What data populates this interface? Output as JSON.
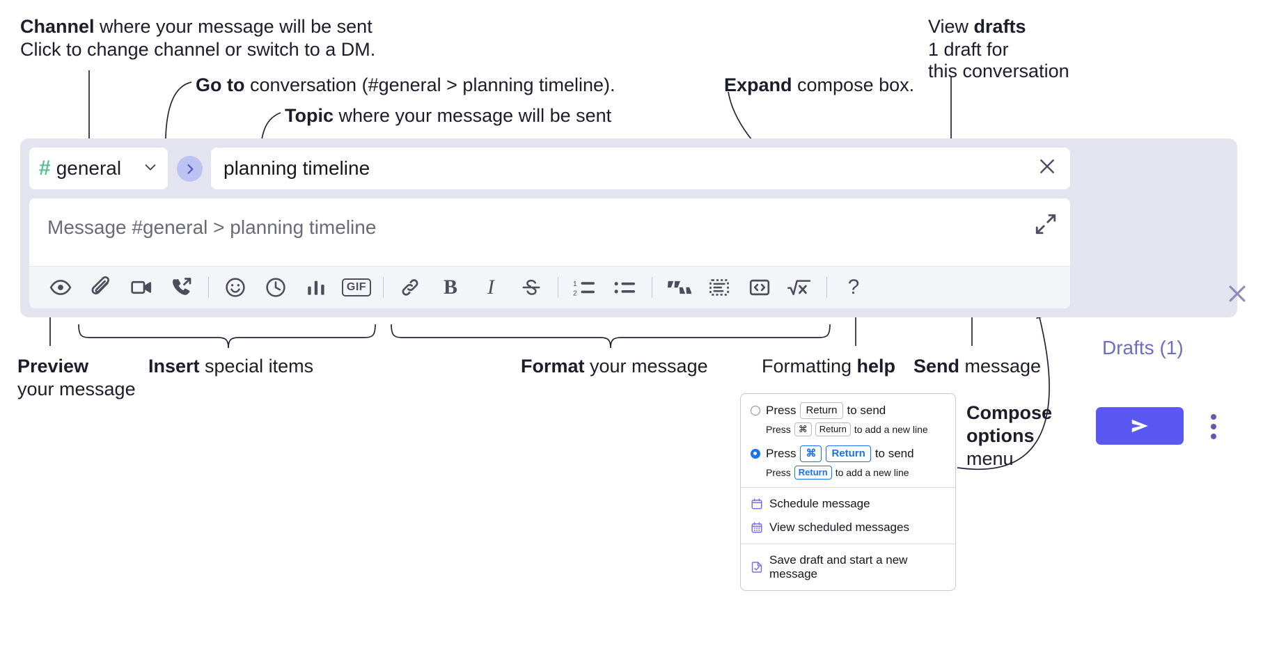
{
  "annotations": {
    "channel": {
      "bold": "Channel",
      "rest": " where your message will be sent",
      "sub": "Click to change channel or switch to a DM."
    },
    "goto": {
      "bold": "Go to",
      "rest": " conversation (#general > planning timeline)."
    },
    "topic": {
      "bold": "Topic",
      "rest": " where your message will be sent"
    },
    "expand": {
      "bold": "Expand",
      "rest": " compose box."
    },
    "drafts": {
      "pre": "View ",
      "bold": "drafts",
      "sub1": "1 draft for",
      "sub2": "this conversation"
    },
    "preview": {
      "bold": "Preview",
      "sub": "your message"
    },
    "insert": {
      "bold": "Insert",
      "rest": " special items"
    },
    "format": {
      "bold": "Format",
      "rest": " your message"
    },
    "formatting_help": {
      "pre": "Formatting ",
      "bold": "help"
    },
    "send": {
      "bold": "Send",
      "rest": " message"
    },
    "compose_options": {
      "bold1": "Compose",
      "bold2": "options",
      "rest": "menu"
    }
  },
  "compose": {
    "channel": {
      "hash": "#",
      "name": "general",
      "caret": "chevron-down-icon"
    },
    "goto_glyph": "›",
    "topic": {
      "value": "planning timeline",
      "clear_glyph": "✕"
    },
    "message": {
      "placeholder": "Message #general > planning timeline"
    },
    "toolbar": [
      {
        "name": "preview-icon",
        "label": "Preview"
      },
      {
        "name": "attachment-icon",
        "label": "Attach file"
      },
      {
        "name": "video-clip-icon",
        "label": "Record video clip"
      },
      {
        "name": "audio-clip-icon",
        "label": "Record audio clip"
      },
      {
        "name": "separator-1",
        "label": ""
      },
      {
        "name": "emoji-icon",
        "label": "Emoji"
      },
      {
        "name": "clock-icon",
        "label": "Schedule"
      },
      {
        "name": "poll-icon",
        "label": "Poll"
      },
      {
        "name": "gif-icon",
        "label": "GIF"
      },
      {
        "name": "separator-2",
        "label": ""
      },
      {
        "name": "link-icon",
        "label": "Link"
      },
      {
        "name": "bold-icon",
        "label": "B"
      },
      {
        "name": "italic-icon",
        "label": "I"
      },
      {
        "name": "strikethrough-icon",
        "label": "Strikethrough"
      },
      {
        "name": "separator-3",
        "label": ""
      },
      {
        "name": "ordered-list-icon",
        "label": "Ordered list"
      },
      {
        "name": "bulleted-list-icon",
        "label": "Bulleted list"
      },
      {
        "name": "separator-4",
        "label": ""
      },
      {
        "name": "blockquote-icon",
        "label": "Blockquote"
      },
      {
        "name": "code-block-icon",
        "label": "Code block"
      },
      {
        "name": "code-icon",
        "label": "Code"
      },
      {
        "name": "math-icon",
        "label": "Math"
      },
      {
        "name": "separator-5",
        "label": ""
      },
      {
        "name": "formatting-help-icon",
        "label": "?"
      }
    ],
    "expand_icon": "expand-icon",
    "drafts_label": "Drafts (1)",
    "panel_close": "✕",
    "send_glyph": "➤",
    "options_glyph": "kebab-menu-icon"
  },
  "options_menu": {
    "radio1": {
      "selected": false,
      "main_pre": "Press",
      "main_key": "Return",
      "main_post": "to send",
      "sub_pre": "Press",
      "sub_key1": "⌘",
      "sub_key2": "Return",
      "sub_post": "to add a new line"
    },
    "radio2": {
      "selected": true,
      "main_pre": "Press",
      "main_key1": "⌘",
      "main_key2": "Return",
      "main_post": "to send",
      "sub_pre": "Press",
      "sub_key": "Return",
      "sub_post": "to add a new line"
    },
    "items": [
      {
        "icon": "calendar-clock-icon",
        "label": "Schedule message"
      },
      {
        "icon": "calendar-grid-icon",
        "label": "View scheduled messages"
      },
      {
        "icon": "save-draft-icon",
        "label": "Save draft and start a new message"
      }
    ]
  },
  "colors": {
    "panel_bg": "#e3e4ef",
    "accent_purple": "#5a58f2",
    "drafts_text": "#6b6ec4",
    "channel_green": "#58c18e",
    "goto_bg": "#bcc2f2",
    "toolbar_bg": "#f4f5f8",
    "radio_blue": "#1a73e8"
  }
}
